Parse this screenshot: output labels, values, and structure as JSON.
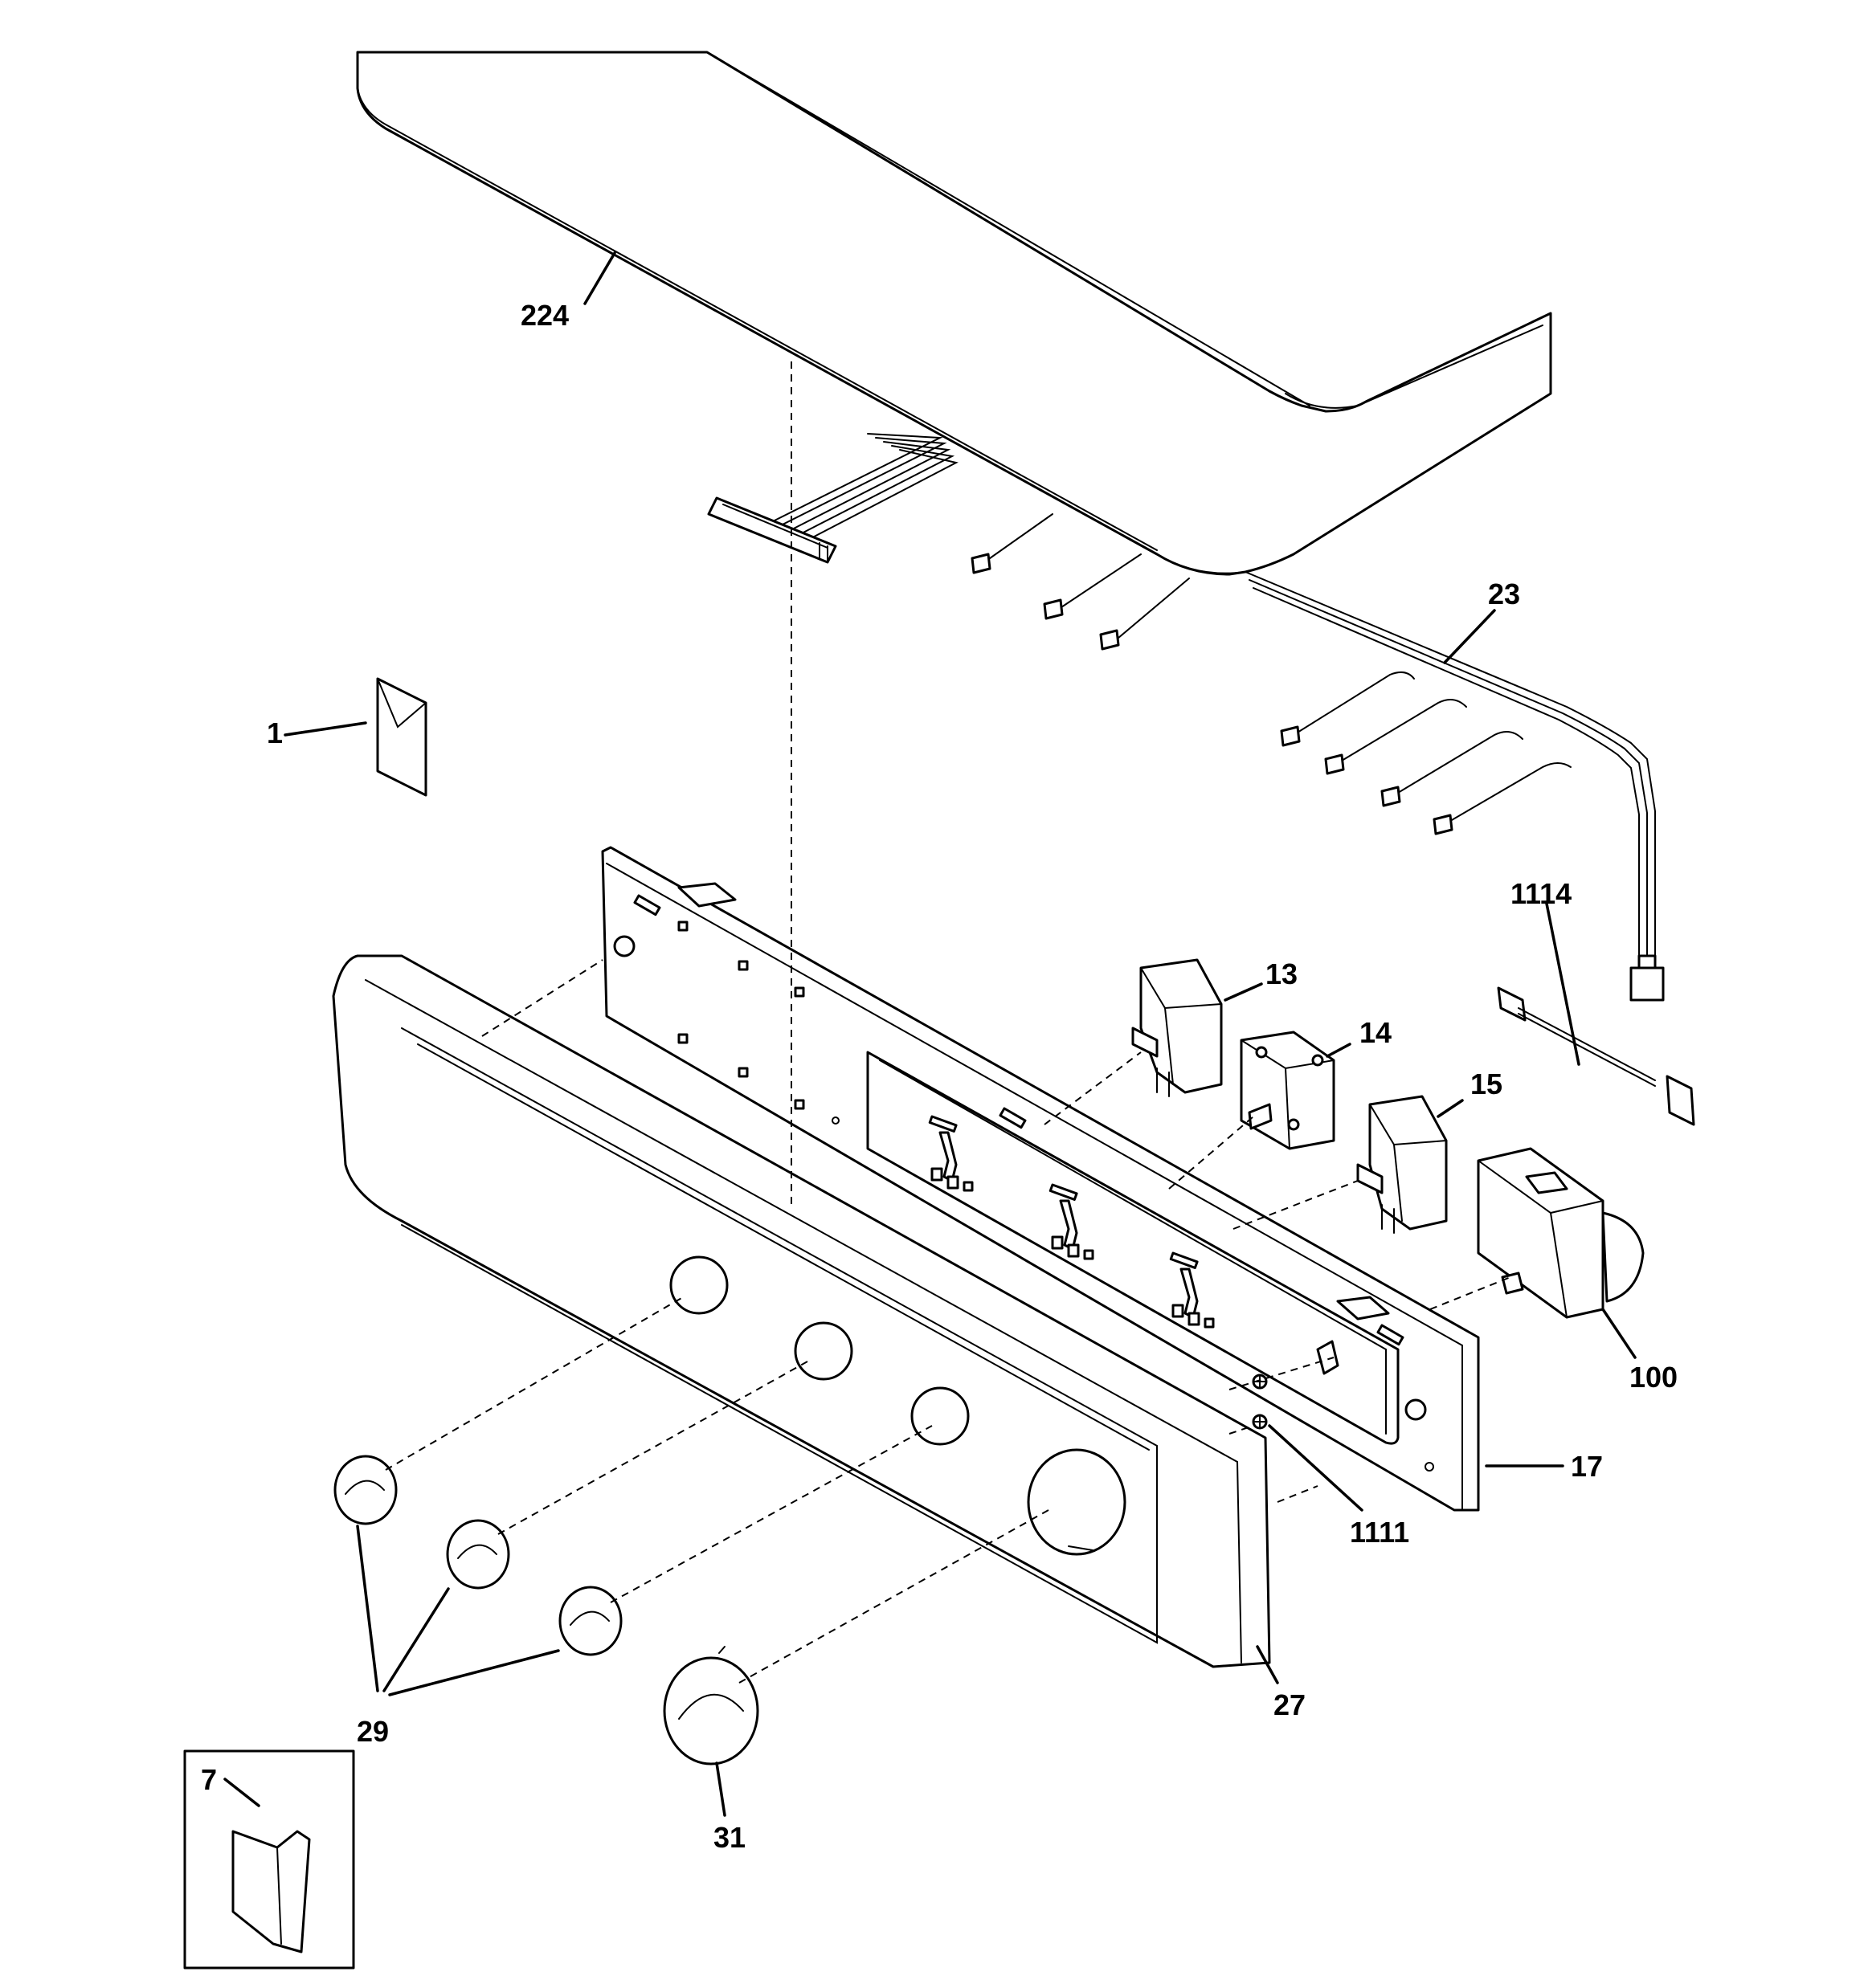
{
  "labels": {
    "l224": "224",
    "l23": "23",
    "l1": "1",
    "l1114": "1114",
    "l13": "13",
    "l14": "14",
    "l15": "15",
    "l100": "100",
    "l17": "17",
    "l1111": "1111",
    "l27": "27",
    "l29": "29",
    "l31": "31",
    "l7": "7"
  },
  "colors": {
    "line": "#000000",
    "background": "#ffffff"
  }
}
